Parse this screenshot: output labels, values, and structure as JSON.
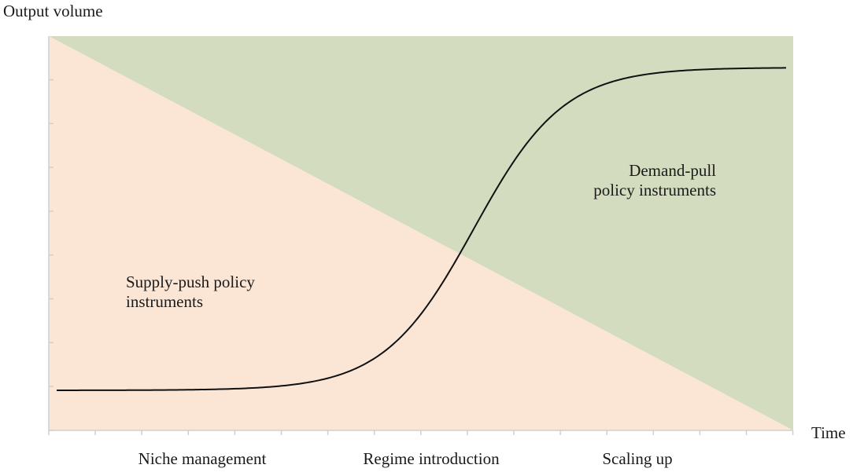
{
  "axes": {
    "y_label": "Output volume",
    "x_label": "Time"
  },
  "regions": {
    "supply_push": {
      "label_lines": [
        "Supply-push policy",
        "instruments"
      ],
      "color": "#FBE6D6"
    },
    "demand_pull": {
      "label_lines": [
        "Demand-pull",
        "policy instruments"
      ],
      "color": "#D3DCBE"
    }
  },
  "phases": [
    "Niche management",
    "Regime introduction",
    "Scaling up"
  ],
  "curve": {
    "type": "s-curve",
    "color": "#111111"
  },
  "axis_color": "#cfcfcf"
}
